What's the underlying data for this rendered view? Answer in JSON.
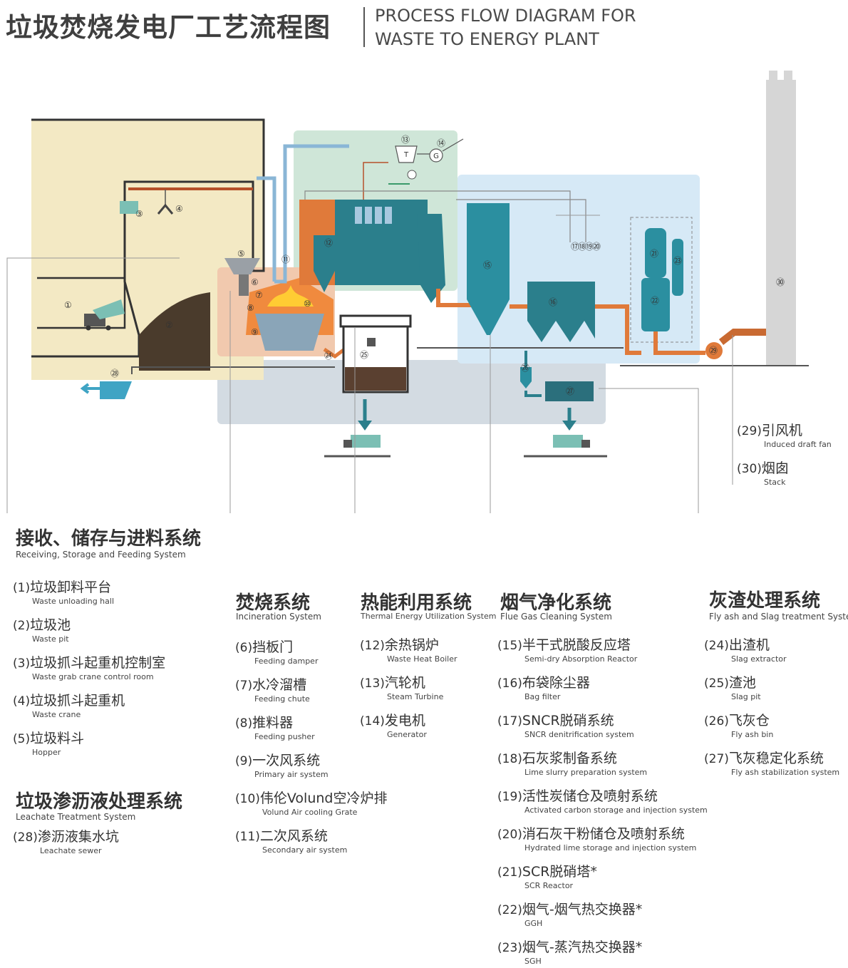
{
  "header": {
    "title_cn": "垃圾焚烧发电厂工艺流程图",
    "title_en_line1": "PROCESS FLOW DIAGRAM FOR",
    "title_en_line2": "WASTE TO ENERGY PLANT"
  },
  "colors": {
    "receiving_bg": "#f3e9c4",
    "incineration_bg": "#f1c9ae",
    "thermal_bg": "#cfe6d8",
    "fluegas_bg": "#d6e9f6",
    "ash_bg": "#d3dbe2",
    "duct_orange": "#e07a3a",
    "teal": "#2b7f8c",
    "steam_blue": "#8ab6d6",
    "stack_gray": "#d6d6d6"
  },
  "diagram_markers": [
    "①",
    "②",
    "③",
    "④",
    "⑤",
    "⑥",
    "⑦",
    "⑧",
    "⑨",
    "⑩",
    "⑪",
    "⑫",
    "⑬",
    "⑭",
    "⑮",
    "⑯",
    "⑰",
    "⑱",
    "⑲",
    "⑳",
    "㉑",
    "㉒",
    "㉓",
    "㉔",
    "㉕",
    "㉖",
    "㉗",
    "㉘",
    "㉙",
    "㉚"
  ],
  "diagram_text": {
    "turbine": "T",
    "generator": "G"
  },
  "side_labels": [
    {
      "num": "(29)",
      "cn": "引风机",
      "en": "Induced draft fan"
    },
    {
      "num": "(30)",
      "cn": "烟囱",
      "en": "Stack"
    }
  ],
  "sections": {
    "receiving": {
      "title": "接收、储存与进料系统",
      "subtitle": "Receiving, Storage and Feeding System",
      "items": [
        {
          "num": "(1)",
          "cn": "垃圾卸料平台",
          "en": "Waste unloading hall"
        },
        {
          "num": "(2)",
          "cn": "垃圾池",
          "en": "Waste pit"
        },
        {
          "num": "(3)",
          "cn": "垃圾抓斗起重机控制室",
          "en": "Waste grab crane control room"
        },
        {
          "num": "(4)",
          "cn": "垃圾抓斗起重机",
          "en": "Waste crane"
        },
        {
          "num": "(5)",
          "cn": "垃圾料斗",
          "en": "Hopper"
        }
      ]
    },
    "leachate": {
      "title": "垃圾渗沥液处理系统",
      "subtitle": "Leachate Treatment System",
      "items": [
        {
          "num": "(28)",
          "cn": "渗沥液集水坑",
          "en": "Leachate sewer"
        }
      ]
    },
    "incineration": {
      "title": "焚烧系统",
      "subtitle": "Incineration System",
      "items": [
        {
          "num": "(6)",
          "cn": "挡板门",
          "en": "Feeding damper"
        },
        {
          "num": "(7)",
          "cn": "水冷溜槽",
          "en": "Feeding chute"
        },
        {
          "num": "(8)",
          "cn": "推料器",
          "en": "Feeding pusher"
        },
        {
          "num": "(9)",
          "cn": "一次风系统",
          "en": "Primary air system"
        },
        {
          "num": "(10)",
          "cn": "伟伦Volund空冷炉排",
          "en": "Volund Air cooling Grate"
        },
        {
          "num": "(11)",
          "cn": "二次风系统",
          "en": "Secondary air system"
        }
      ]
    },
    "thermal": {
      "title": "热能利用系统",
      "subtitle": "Thermal Energy Utilization System",
      "items": [
        {
          "num": "(12)",
          "cn": "余热锅炉",
          "en": "Waste Heat Boiler"
        },
        {
          "num": "(13)",
          "cn": "汽轮机",
          "en": "Steam Turbine"
        },
        {
          "num": "(14)",
          "cn": "发电机",
          "en": "Generator"
        }
      ]
    },
    "fluegas": {
      "title": "烟气净化系统",
      "subtitle": "Flue Gas Cleaning System",
      "items": [
        {
          "num": "(15)",
          "cn": "半干式脱酸反应塔",
          "en": "Semi-dry Absorption Reactor"
        },
        {
          "num": "(16)",
          "cn": "布袋除尘器",
          "en": "Bag filter"
        },
        {
          "num": "(17)",
          "cn": "SNCR脱硝系统",
          "en": "SNCR denitrification system"
        },
        {
          "num": "(18)",
          "cn": "石灰浆制备系统",
          "en": "Lime slurry preparation system"
        },
        {
          "num": "(19)",
          "cn": "活性炭储仓及喷射系统",
          "en": "Activated carbon storage and injection system"
        },
        {
          "num": "(20)",
          "cn": "消石灰干粉储仓及喷射系统",
          "en": "Hydrated lime storage and injection system"
        },
        {
          "num": "(21)",
          "cn": "SCR脱硝塔*",
          "en": "SCR Reactor"
        },
        {
          "num": "(22)",
          "cn": "烟气-烟气热交换器*",
          "en": "GGH"
        },
        {
          "num": "(23)",
          "cn": "烟气-蒸汽热交换器*",
          "en": "SGH"
        }
      ]
    },
    "ash": {
      "title": "灰渣处理系统",
      "subtitle": "Fly ash and Slag treatment System",
      "items": [
        {
          "num": "(24)",
          "cn": "出渣机",
          "en": "Slag extractor"
        },
        {
          "num": "(25)",
          "cn": "渣池",
          "en": "Slag pit"
        },
        {
          "num": "(26)",
          "cn": "飞灰仓",
          "en": "Fly ash bin"
        },
        {
          "num": "(27)",
          "cn": "飞灰稳定化系统",
          "en": "Fly ash stabilization system"
        }
      ]
    }
  }
}
